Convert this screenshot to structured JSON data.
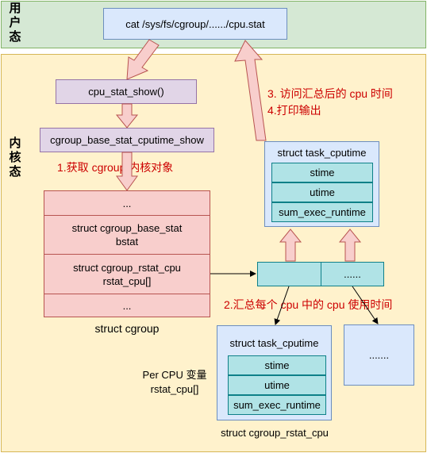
{
  "regions": {
    "user_label": "用户态",
    "kernel_label": "内核态"
  },
  "user_command": "cat /sys/fs/cgroup/....../cpu.stat",
  "kernel": {
    "func_show": "cpu_stat_show()",
    "func_base_show": "cgroup_base_stat_cputime_show",
    "step1": "1.获取 cgroup 内核对象",
    "step2": "2.汇总每个 cpu 中的 cpu 使用时间",
    "step3": "3. 访问汇总后的 cpu 时间",
    "step4": "4.打印输出"
  },
  "cgroup_struct": {
    "rows": [
      "...",
      "struct cgroup_base_stat\nbstat",
      "struct cgroup_rstat_cpu\nrstat_cpu[]",
      "..."
    ],
    "caption": "struct cgroup"
  },
  "task_cputime_top": {
    "title": "struct task_cputime",
    "fields": [
      "stime",
      "utime",
      "sum_exec_runtime"
    ]
  },
  "percpu_array": {
    "cells": [
      "",
      "......"
    ]
  },
  "task_cputime_bottom": {
    "title": "struct task_cputime",
    "fields": [
      "stime",
      "utime",
      "sum_exec_runtime"
    ],
    "caption": "struct cgroup_rstat_cpu",
    "side_label": "Per CPU 变量\nrstat_cpu[]"
  },
  "other_cpu_box": "......."
}
